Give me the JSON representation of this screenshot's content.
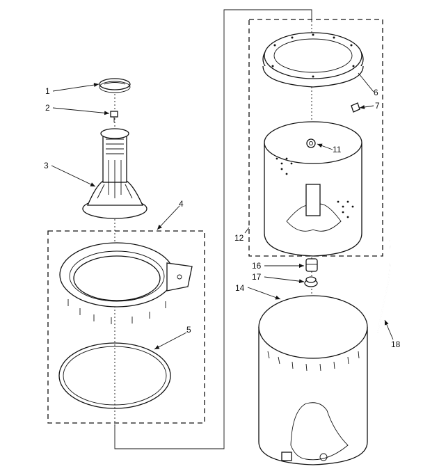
{
  "callouts": {
    "c1": "1",
    "c2": "2",
    "c3": "3",
    "c4": "4",
    "c5": "5",
    "c6": "6",
    "c7": "7",
    "c11": "11",
    "c12": "12",
    "c14": "14",
    "c16": "16",
    "c17": "17",
    "c18": "18"
  }
}
